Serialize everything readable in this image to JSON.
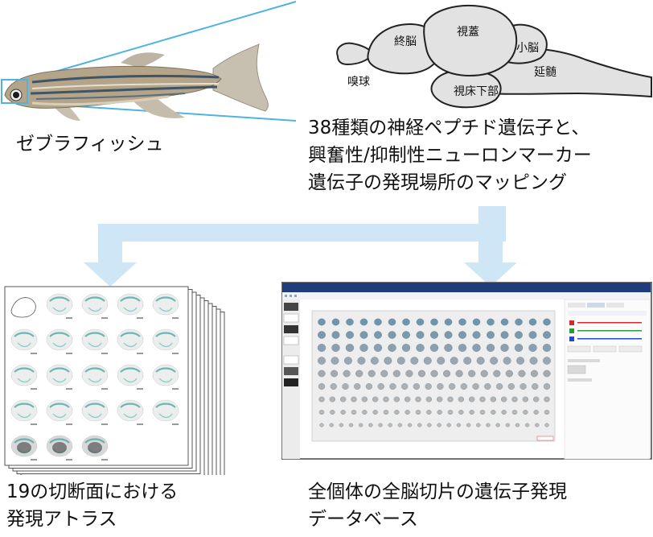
{
  "fish": {
    "caption": "ゼブラフィッシュ"
  },
  "brain": {
    "labels": {
      "shigai": "視蓋",
      "shunou": "終脳",
      "shounou": "小脳",
      "enzui": "延髄",
      "kyuukyuu": "嗅球",
      "shishouka": "視床下部"
    },
    "description_lines": [
      "38種類の神経ペプチド遺伝子と、",
      "興奮性/抑制性ニューロンマーカー",
      "遺伝子の発現場所のマッピング"
    ]
  },
  "atlas": {
    "caption_lines": [
      "19の切断面における",
      "発現アトラス"
    ]
  },
  "database": {
    "caption_lines": [
      "全個体の全脳切片の遺伝子発現",
      "データベース"
    ]
  },
  "colors": {
    "arrow": "#cfe6f6",
    "fish_outline": "#4fb3e0",
    "brain_fill": "#e2e2e2",
    "app_header": "#1f3d7a"
  }
}
